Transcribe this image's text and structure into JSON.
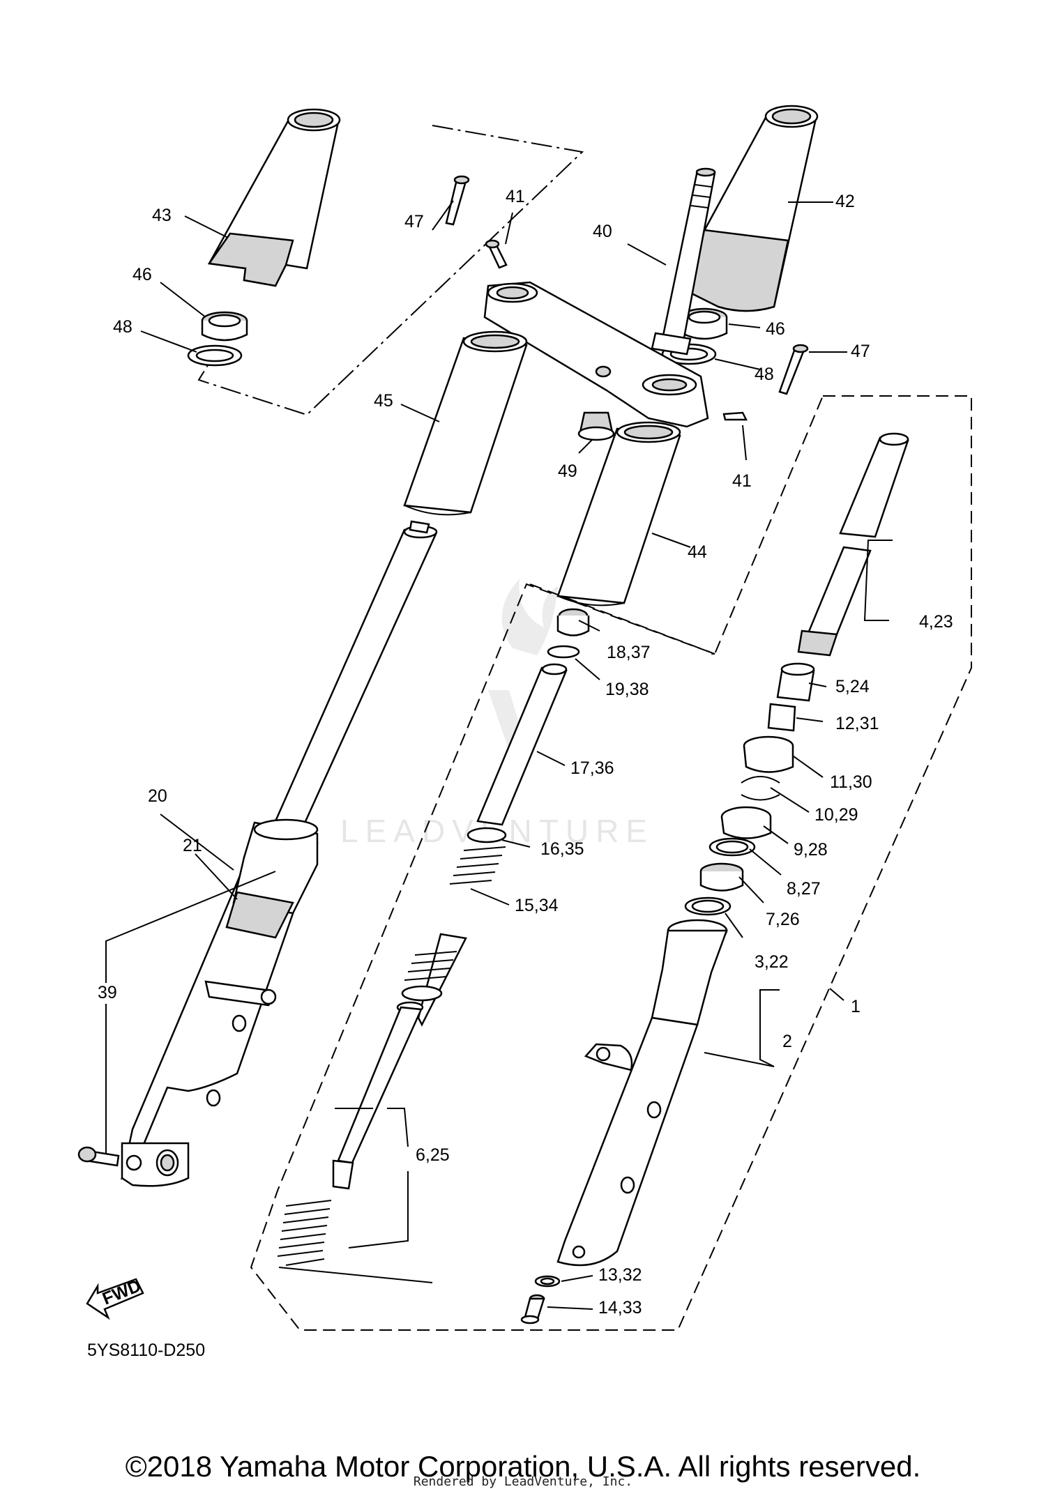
{
  "diagram_code": "5YS8110-D250",
  "fwd_label": "FWD",
  "watermark": "LEADVENTURE",
  "copyright": "©2018 Yamaha Motor Corporation, U.S.A. All rights reserved.",
  "rendered_by": "Rendered by LeadVenture, Inc.",
  "callouts": {
    "c1": "1",
    "c2": "2",
    "c3": "3,22",
    "c4": "4,23",
    "c5": "5,24",
    "c6": "6,25",
    "c7": "7,26",
    "c8": "8,27",
    "c9": "9,28",
    "c10": "10,29",
    "c11": "11,30",
    "c12": "12,31",
    "c13": "13,32",
    "c14": "14,33",
    "c15": "15,34",
    "c16": "16,35",
    "c17": "17,36",
    "c18": "18,37",
    "c19": "19,38",
    "c20": "20",
    "c21": "21",
    "c39": "39",
    "c40": "40",
    "c41a": "41",
    "c41b": "41",
    "c42": "42",
    "c43": "43",
    "c44": "44",
    "c45": "45",
    "c46a": "46",
    "c46b": "46",
    "c47a": "47",
    "c47b": "47",
    "c48a": "48",
    "c48b": "48",
    "c49": "49"
  }
}
